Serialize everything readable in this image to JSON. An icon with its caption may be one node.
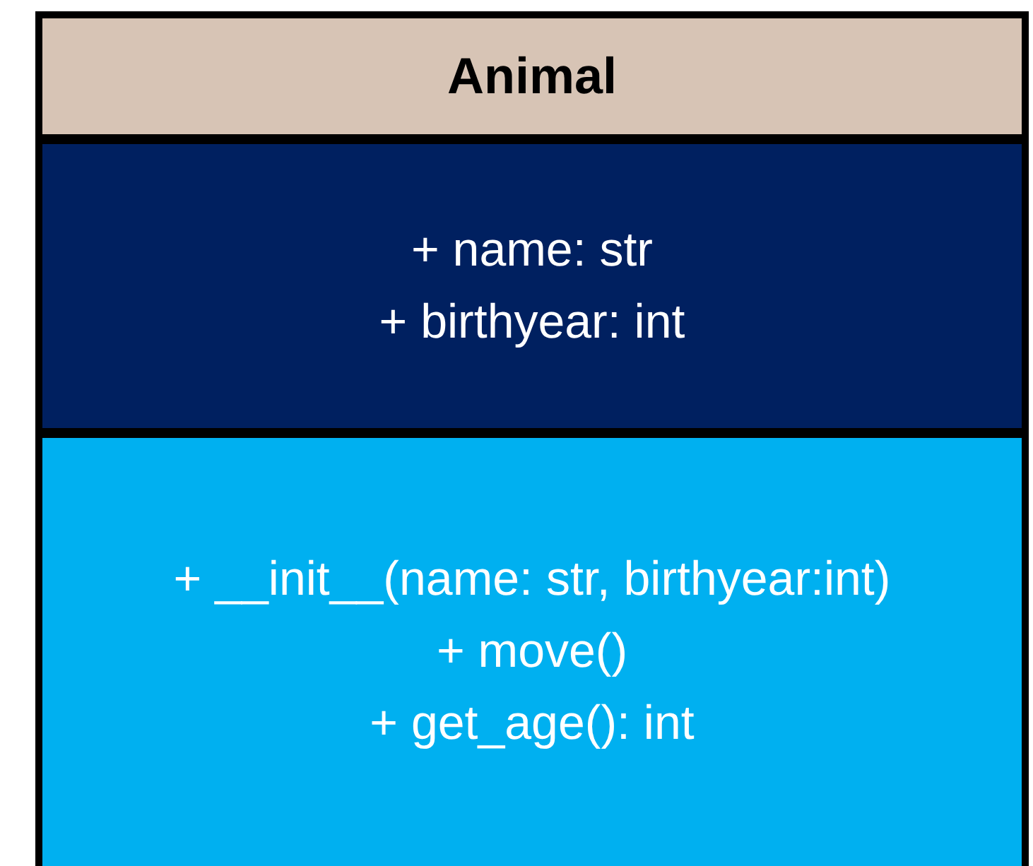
{
  "diagram": {
    "nodes": [
      {
        "text": [
          "Animal"
        ]
      },
      {
        "text": [
          "+ name: str",
          "+ birthyear: int"
        ]
      },
      {
        "text": [
          "+ __init__(name: str, birthyear:int)",
          "+ move()",
          "+ get_age(): int"
        ]
      }
    ]
  }
}
